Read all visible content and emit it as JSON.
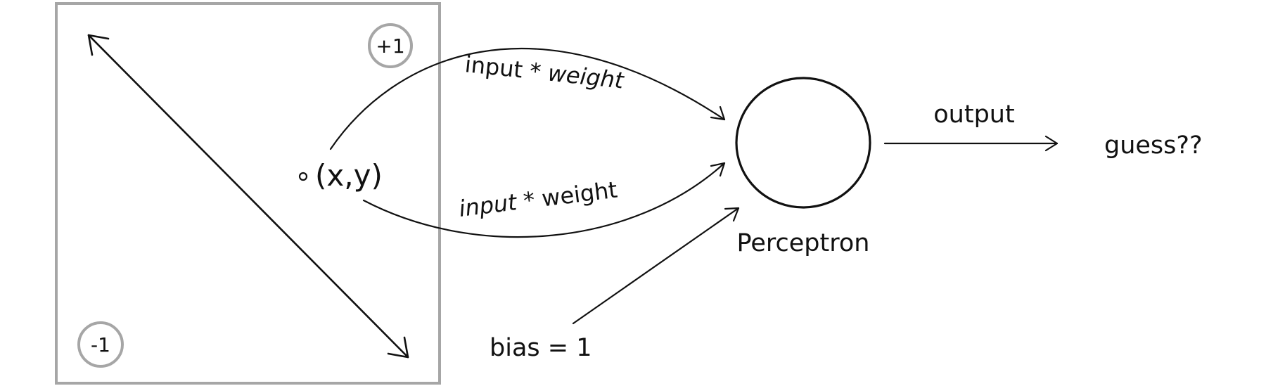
{
  "diagram": {
    "badges": {
      "positive": "+1",
      "negative": "-1"
    },
    "point_label": "(x,y)",
    "edge_top": {
      "prefix": "input *",
      "suffix": "weight"
    },
    "edge_bottom": {
      "prefix": "input",
      "suffix": "* weight"
    },
    "bias_label": "bias = 1",
    "node_label": "Perceptron",
    "output_label": "output",
    "result_label": "guess??",
    "colors": {
      "ink": "#111111",
      "frame_gray": "#a6a6a6"
    }
  }
}
